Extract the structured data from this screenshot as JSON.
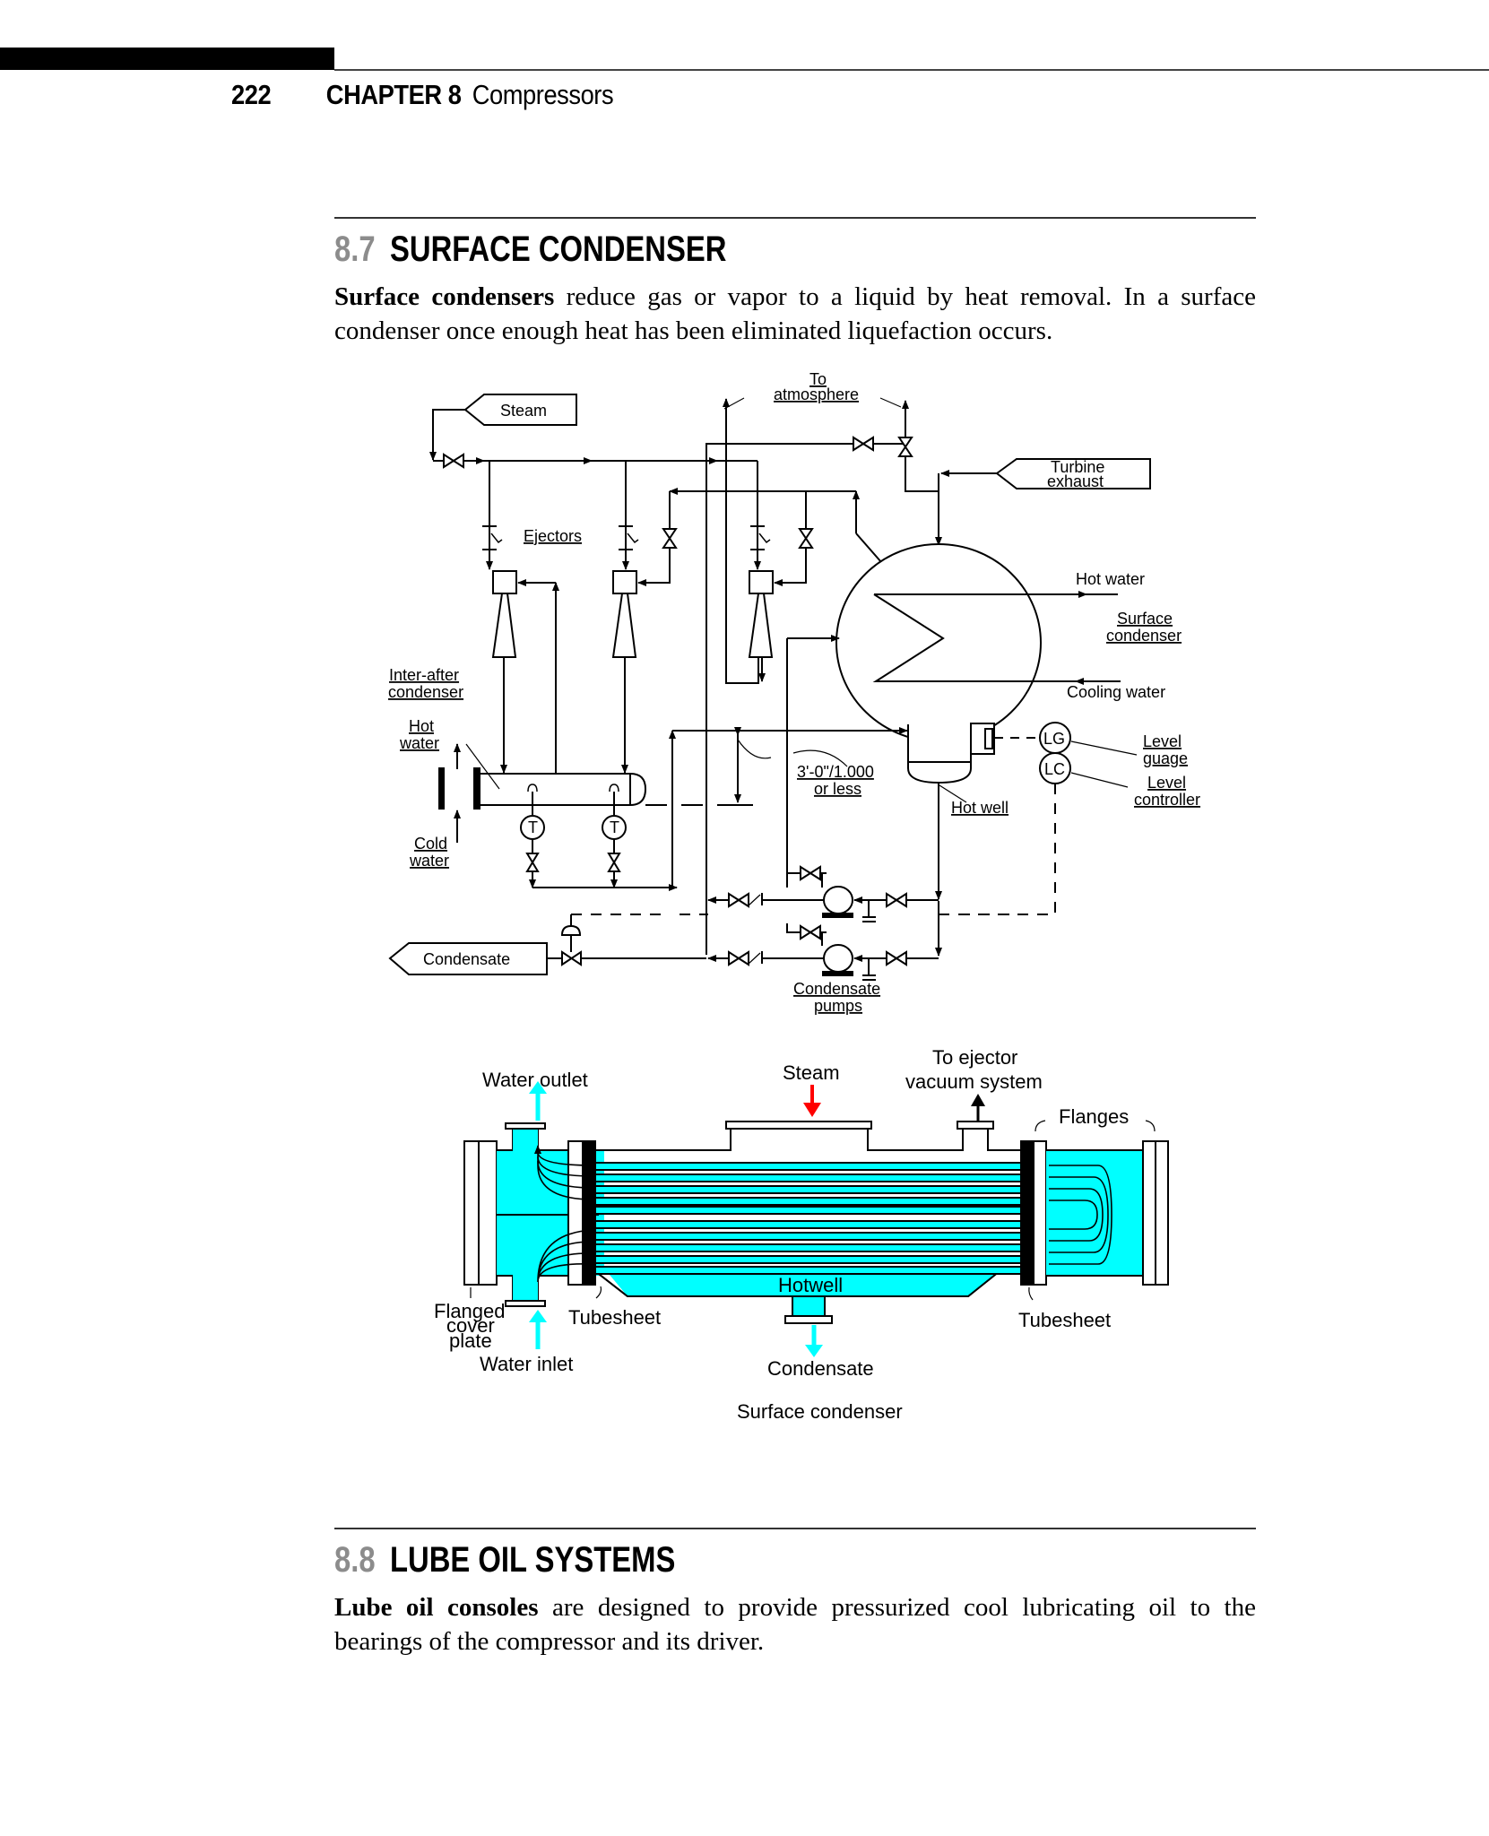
{
  "header": {
    "page_number": "222",
    "chapter_label": "CHAPTER 8",
    "chapter_title": "Compressors"
  },
  "sections": [
    {
      "number": "8.7",
      "title": "SURFACE CONDENSER",
      "paragraph_bold": "Surface condensers",
      "paragraph_rest": " reduce gas or vapor to a liquid by heat removal. In a surface condenser once enough heat has been eliminated liquefaction occurs."
    },
    {
      "number": "8.8",
      "title": "LUBE OIL SYSTEMS",
      "paragraph_bold": "Lube oil consoles",
      "paragraph_rest": " are designed to provide pressurized cool lubricating oil to the bearings of the compressor and its driver."
    }
  ],
  "schematic": {
    "steam": "Steam",
    "to_atmosphere_1": "To",
    "to_atmosphere_2": "atmosphere",
    "turbine_exhaust_1": "Turbine",
    "turbine_exhaust_2": "exhaust",
    "ejectors": "Ejectors",
    "hot_water_right": "Hot water",
    "surface_condenser_1": "Surface",
    "surface_condenser_2": "condenser",
    "cooling_water": "Cooling water",
    "inter_after_1": "Inter-after",
    "inter_after_2": "condenser",
    "hot_water_left_1": "Hot",
    "hot_water_left_2": "water",
    "cold_water_1": "Cold",
    "cold_water_2": "water",
    "dimension_1": "3'-0\"/1.000",
    "dimension_2": "or less",
    "hot_well": "Hot well",
    "lg": "LG",
    "lc": "LC",
    "level_guage_1": "Level",
    "level_guage_2": "guage",
    "level_controller_1": "Level",
    "level_controller_2": "controller",
    "t_gauge": "T",
    "condensate": "Condensate",
    "condensate_pumps_1": "Condensate",
    "condensate_pumps_2": "pumps"
  },
  "cutaway": {
    "water_outlet": "Water outlet",
    "steam": "Steam",
    "to_ejector_1": "To ejector",
    "to_ejector_2": "vacuum system",
    "flanges": "Flanges",
    "hotwell": "Hotwell",
    "flanged_1": "Flanged",
    "flanged_2": "cover",
    "flanged_3": "plate",
    "tubesheet_left": "Tubesheet",
    "tubesheet_right": "Tubesheet",
    "water_inlet": "Water inlet",
    "condensate": "Condensate",
    "caption": "Surface condenser",
    "colors": {
      "water": "#00ffff",
      "steam_arrow": "#ff0000"
    }
  }
}
